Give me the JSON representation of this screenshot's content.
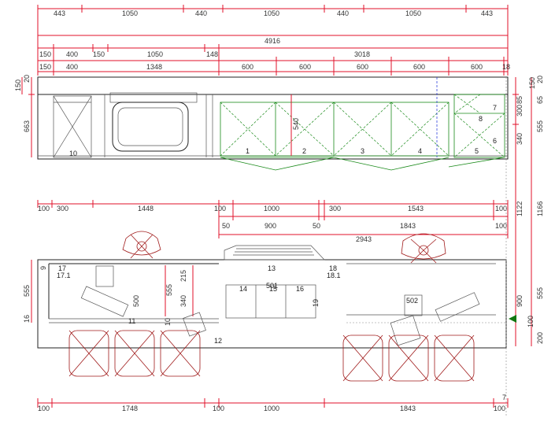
{
  "dims": {
    "top_row1": [
      "443",
      "1050",
      "440",
      "1050",
      "440",
      "1050",
      "443"
    ],
    "top_total": "4916",
    "top_row3": [
      "150",
      "400",
      "150",
      "1050",
      "148",
      "3018"
    ],
    "top_row4": [
      "150",
      "400",
      "1348",
      "600",
      "600",
      "600",
      "600",
      "600",
      "18"
    ],
    "left_upper": [
      "20",
      "150",
      "663"
    ],
    "right_upper": [
      "150",
      "20",
      "85",
      "65",
      "300",
      "340",
      "555"
    ],
    "mid_row": [
      "100",
      "300",
      "1448",
      "100",
      "1000",
      "300",
      "1543",
      "100"
    ],
    "mid_row2": [
      "50",
      "900",
      "50",
      "1843",
      "100"
    ],
    "mid_total": "2943",
    "right_mid": [
      "1122",
      "1166"
    ],
    "left_lower": [
      "9",
      "555",
      "16"
    ],
    "right_lower": [
      "900",
      "555",
      "100",
      "200"
    ],
    "bottom_row": [
      "100",
      "1748",
      "100",
      "1000",
      "1843",
      "100"
    ],
    "inner": [
      "540",
      "215",
      "555",
      "340",
      "500",
      "10",
      "7"
    ]
  },
  "labels": {
    "cabinets_upper": [
      "1",
      "2",
      "3",
      "4",
      "5",
      "6",
      "7",
      "8",
      "10"
    ],
    "lower": [
      "17",
      "17.1",
      "13",
      "18",
      "18.1",
      "14",
      "15",
      "16",
      "19",
      "501",
      "502",
      "11",
      "12"
    ]
  },
  "colors": {
    "dimension": "#e0102a",
    "line": "#222222",
    "cabinet": "#1a8a1a",
    "chair": "#a01a1a"
  }
}
